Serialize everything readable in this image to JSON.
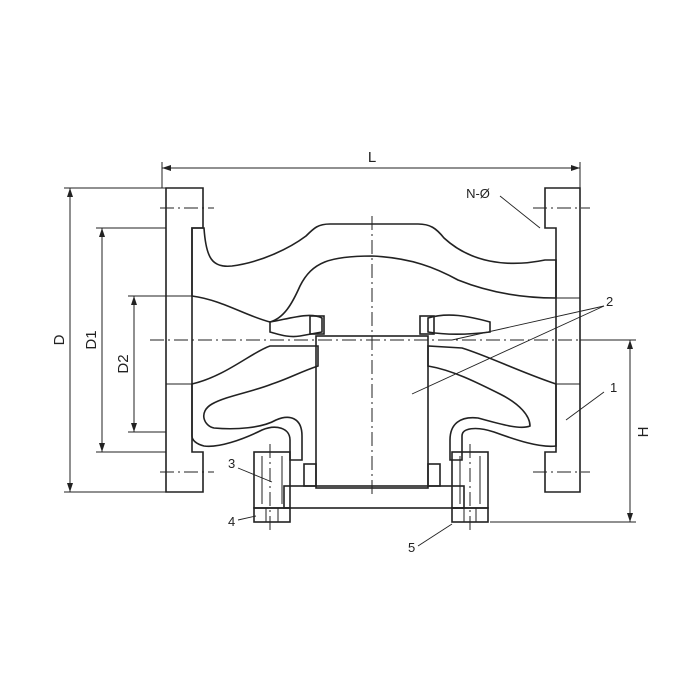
{
  "dimension_labels": {
    "length": "L",
    "flange_diameter": "D",
    "bolt_circle_diameter": "D1",
    "raised_face_diameter": "D2",
    "height": "H",
    "bolt_holes": "N-Ø"
  },
  "part_numbers": {
    "p1": "1",
    "p2": "2",
    "p3": "3",
    "p4": "4",
    "p5": "5"
  }
}
